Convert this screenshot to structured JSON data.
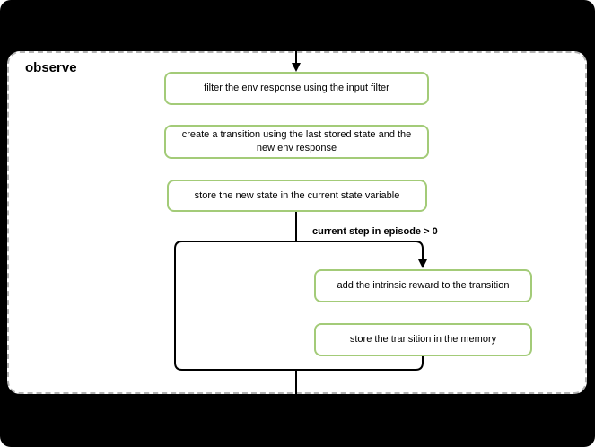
{
  "panel": {
    "title": "observe"
  },
  "flow": {
    "nodes": [
      {
        "label": "filter the env response using the input filter"
      },
      {
        "label": "create a transition using the last stored state and the new env response"
      },
      {
        "label": "store the new state in the current state variable"
      },
      {
        "label": "add the intrinsic reward to the transition"
      },
      {
        "label": "store the transition in the memory"
      }
    ],
    "branch_condition": "current step in episode > 0"
  },
  "colors": {
    "background": "#000000",
    "panel_background": "#ffffff",
    "panel_border": "#b3b3b3",
    "node_border": "#a3cb78",
    "node_background": "#ffffff",
    "connector": "#000000",
    "text": "#000000"
  }
}
